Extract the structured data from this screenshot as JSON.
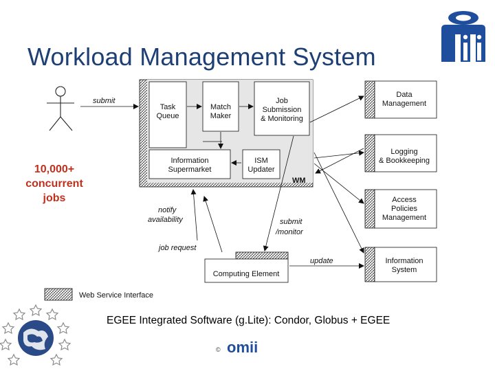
{
  "slide": {
    "title": "Workload Management System",
    "callout": [
      "10,000+",
      "concurrent",
      "jobs"
    ],
    "caption": "EGEE Integrated Software (g.Lite): Condor, Globus + EGEE",
    "footer_brand": "omii",
    "footer_copyright": "©"
  },
  "diagram": {
    "boxes": {
      "task_queue": [
        "Task",
        "Queue"
      ],
      "match_maker": [
        "Match",
        "Maker"
      ],
      "job_submission": [
        "Job",
        "Submission",
        "& Monitoring"
      ],
      "information_supermarket": [
        "Information",
        "Supermarket"
      ],
      "ism_updater": [
        "ISM",
        "Updater"
      ],
      "wm_label": "WM",
      "data_management": [
        "Data",
        "Management"
      ],
      "logging_bookkeeping": [
        "Logging",
        "& Bookkeeping"
      ],
      "access_policies": [
        "Access",
        "Policies",
        "Management"
      ],
      "information_system": [
        "Information",
        "System"
      ],
      "computing_element": "Computing Element"
    },
    "edge_labels": {
      "submit": "submit",
      "notify_availability": [
        "notify",
        "availability"
      ],
      "submit_monitor": [
        "submit",
        "/monitor"
      ],
      "job_request": "job request",
      "update": "update"
    },
    "legend": "Web Service Interface"
  },
  "colors": {
    "title": "#1d3f74",
    "callout": "#c0301c",
    "logo_blue": "#1f4e9c",
    "wm_background": "#e6e6e6",
    "egee_stars": "#8a8a8a"
  }
}
